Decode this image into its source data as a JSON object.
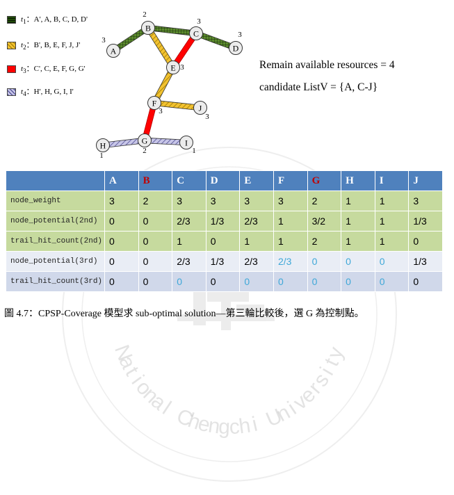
{
  "legend": [
    {
      "t": "t",
      "sub": "1",
      "text": "：A', A, B, C, D, D'",
      "pattern": "grid-green"
    },
    {
      "t": "t",
      "sub": "2",
      "text": "：B', B, E, F, J, J'",
      "pattern": "diag-yellow"
    },
    {
      "t": "t",
      "sub": "3",
      "text": "：C', C, E, F, G, G'",
      "pattern": "solid-red"
    },
    {
      "t": "t",
      "sub": "4",
      "text": "：H', H, G, I, I'",
      "pattern": "diag-purple"
    }
  ],
  "nodes": [
    {
      "id": "A",
      "weight": "3"
    },
    {
      "id": "B",
      "weight": "2"
    },
    {
      "id": "C",
      "weight": "3"
    },
    {
      "id": "D",
      "weight": "3"
    },
    {
      "id": "E",
      "weight": "3"
    },
    {
      "id": "F",
      "weight": "3"
    },
    {
      "id": "G",
      "weight": "2"
    },
    {
      "id": "H",
      "weight": "1"
    },
    {
      "id": "I",
      "weight": "1"
    },
    {
      "id": "J",
      "weight": "3"
    }
  ],
  "edges": [
    {
      "from": "A",
      "to": "B",
      "pattern": "grid-green"
    },
    {
      "from": "B",
      "to": "C",
      "pattern": "grid-green"
    },
    {
      "from": "C",
      "to": "D",
      "pattern": "grid-green"
    },
    {
      "from": "B",
      "to": "E",
      "pattern": "diag-yellow"
    },
    {
      "from": "E",
      "to": "F",
      "pattern": "diag-yellow"
    },
    {
      "from": "F",
      "to": "J",
      "pattern": "diag-yellow"
    },
    {
      "from": "C",
      "to": "E",
      "pattern": "solid-red"
    },
    {
      "from": "F",
      "to": "G",
      "pattern": "solid-red"
    },
    {
      "from": "H",
      "to": "G",
      "pattern": "diag-purple"
    },
    {
      "from": "G",
      "to": "I",
      "pattern": "diag-purple"
    }
  ],
  "info": {
    "resources": "Remain available resources = 4",
    "candidates": "candidate ListV = {A, C-J}"
  },
  "table": {
    "columns": [
      "A",
      "B",
      "C",
      "D",
      "E",
      "F",
      "G",
      "H",
      "I",
      "J"
    ],
    "highlight_columns": [
      "B",
      "G"
    ],
    "rows": [
      {
        "label": "node_weight",
        "style": "green",
        "values": [
          "3",
          "2",
          "3",
          "3",
          "3",
          "3",
          "2",
          "1",
          "1",
          "3"
        ]
      },
      {
        "label": "node_potential(2nd)",
        "style": "green",
        "values": [
          "0",
          "0",
          "2/3",
          "1/3",
          "2/3",
          "1",
          "3/2",
          "1",
          "1",
          "1/3"
        ]
      },
      {
        "label": "trail_hit_count(2nd)",
        "style": "green",
        "values": [
          "0",
          "0",
          "1",
          "0",
          "1",
          "1",
          "2",
          "1",
          "1",
          "0"
        ]
      },
      {
        "label": "node_potential(3rd)",
        "style": "light",
        "values": [
          "0",
          "0",
          "2/3",
          "1/3",
          "2/3",
          "2/3",
          "0",
          "0",
          "0",
          "1/3"
        ],
        "changed": [
          5,
          6,
          7,
          8
        ]
      },
      {
        "label": "trail_hit_count(3rd)",
        "style": "blue",
        "values": [
          "0",
          "0",
          "0",
          "0",
          "0",
          "0",
          "0",
          "0",
          "0",
          "0"
        ],
        "changed": [
          2,
          4,
          5,
          6,
          7,
          8
        ]
      }
    ]
  },
  "caption": "圖 4.7：CPSP-Coverage 模型求 sub-optimal solution—第三輪比較後，選 G 為控制點。",
  "watermark": {
    "text": "National Chengchi University",
    "chars": [
      "N",
      "a",
      "t",
      "i",
      "o",
      "n",
      "a",
      "l",
      " ",
      "C",
      "h",
      "e",
      "n",
      "g",
      "c",
      "h",
      "i",
      " ",
      "U",
      "n",
      "i",
      "v",
      "e",
      "r",
      "s",
      "i",
      "t",
      "y"
    ]
  },
  "colors": {
    "header": "#4f81bd",
    "green_row": "#c6da9e",
    "light_row": "#e9edf5",
    "blue_row": "#d0d8ea",
    "highlight_text": "#c00000",
    "changed_text": "#3fa8d8"
  }
}
